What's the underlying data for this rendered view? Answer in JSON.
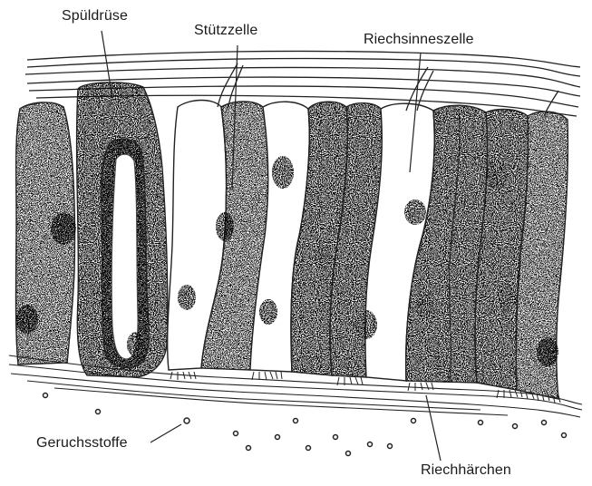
{
  "labels": {
    "spueldruese": "Spüldrüse",
    "stuetzzelle": "Stützzelle",
    "riechsinneszelle": "Riechsinneszelle",
    "geruchsstoffe": "Geruchsstoffe",
    "riechhaerchen": "Riechhärchen"
  }
}
